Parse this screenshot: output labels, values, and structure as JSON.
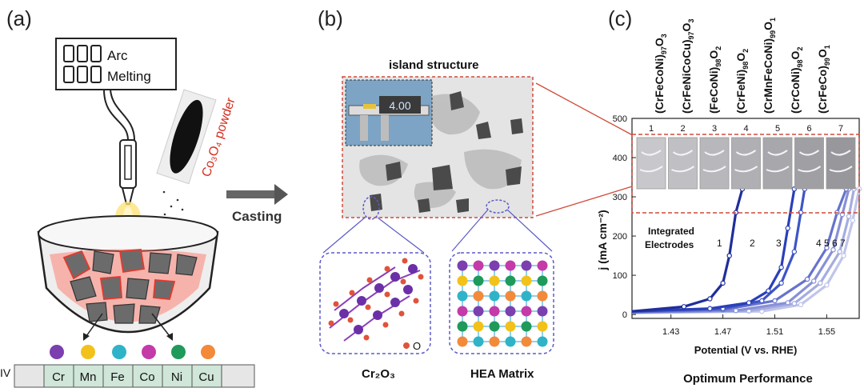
{
  "panel_a": {
    "label": "(a)",
    "device_line1": "Arc",
    "device_line2": "Melting",
    "powder_label": "Co₃O₄ powder",
    "arrow_label": "Casting",
    "row_label": "IV",
    "elements": [
      {
        "symbol": "Cr",
        "color": "#7b3fb0"
      },
      {
        "symbol": "Mn",
        "color": "#f2c21a"
      },
      {
        "symbol": "Fe",
        "color": "#2fb3c8"
      },
      {
        "symbol": "Co",
        "color": "#c43aa8"
      },
      {
        "symbol": "Ni",
        "color": "#1f9a5a"
      },
      {
        "symbol": "Cu",
        "color": "#f28a3a"
      }
    ]
  },
  "panel_b": {
    "label": "(b)",
    "title": "island structure",
    "caliper_reading": "4.00",
    "oxide_caption": "Cr₂O₃",
    "oxygen_label": "O",
    "matrix_caption": "HEA Matrix"
  },
  "panel_c": {
    "label": "(c)",
    "compositions": [
      {
        "base": "(CrFeCoNi)",
        "sub": "97",
        "o": "O",
        "osub": "3"
      },
      {
        "base": "(CrFeNiCoCu)",
        "sub": "97",
        "o": "O",
        "osub": "3"
      },
      {
        "base": "(FeCoNi)",
        "sub": "98",
        "o": "O",
        "osub": "2"
      },
      {
        "base": "(CrFeNi)",
        "sub": "98",
        "o": "O",
        "osub": "2"
      },
      {
        "base": "(CrMnFeCoNi)",
        "sub": "99",
        "o": "O",
        "osub": "1"
      },
      {
        "base": "(CrCoNi)",
        "sub": "98",
        "o": "O",
        "osub": "2"
      },
      {
        "base": "(CrFeCo)",
        "sub": "99",
        "o": "O",
        "osub": "1"
      }
    ],
    "inset_numbers": [
      "1",
      "2",
      "3",
      "4",
      "5",
      "6",
      "7"
    ],
    "inset_text_line1": "Integrated",
    "inset_text_line2": "Electrodes",
    "curve_labels": [
      "1",
      "2",
      "3",
      "4 5 6 7"
    ],
    "caption": "Optimum Performance"
  },
  "chart_data": {
    "type": "line",
    "xlabel": "Potential (V vs. RHE)",
    "ylabel": "j (mA cm⁻²)",
    "xlim": [
      1.4,
      1.575
    ],
    "ylim": [
      -10,
      500
    ],
    "x_ticks": [
      "1.43",
      "1.47",
      "1.51",
      "1.55"
    ],
    "y_ticks": [
      "0",
      "100",
      "200",
      "300",
      "400",
      "500"
    ],
    "series": [
      {
        "name": "1",
        "color": "#1f2e9a",
        "x": [
          1.4,
          1.44,
          1.46,
          1.47,
          1.475,
          1.48,
          1.485
        ],
        "y": [
          8,
          20,
          40,
          80,
          150,
          260,
          320
        ]
      },
      {
        "name": "2",
        "color": "#2a3fb8",
        "x": [
          1.4,
          1.46,
          1.49,
          1.505,
          1.515,
          1.52,
          1.525
        ],
        "y": [
          8,
          15,
          30,
          60,
          120,
          220,
          320
        ]
      },
      {
        "name": "3",
        "color": "#3e55c6",
        "x": [
          1.4,
          1.47,
          1.5,
          1.515,
          1.525,
          1.53,
          1.533
        ],
        "y": [
          8,
          15,
          35,
          80,
          160,
          260,
          320
        ]
      },
      {
        "name": "4",
        "color": "#6673cc",
        "x": [
          1.4,
          1.47,
          1.51,
          1.535,
          1.55,
          1.558,
          1.565
        ],
        "y": [
          6,
          12,
          35,
          90,
          170,
          260,
          320
        ]
      },
      {
        "name": "5",
        "color": "#8890d6",
        "x": [
          1.4,
          1.48,
          1.52,
          1.54,
          1.555,
          1.562,
          1.567
        ],
        "y": [
          5,
          10,
          30,
          85,
          165,
          255,
          320
        ]
      },
      {
        "name": "6",
        "color": "#a5ace0",
        "x": [
          1.4,
          1.49,
          1.525,
          1.545,
          1.56,
          1.567,
          1.571
        ],
        "y": [
          5,
          9,
          28,
          80,
          160,
          250,
          320
        ]
      },
      {
        "name": "7",
        "color": "#c0c5ea",
        "x": [
          1.4,
          1.5,
          1.53,
          1.55,
          1.563,
          1.57,
          1.575
        ],
        "y": [
          4,
          8,
          25,
          75,
          150,
          240,
          320
        ]
      }
    ]
  }
}
